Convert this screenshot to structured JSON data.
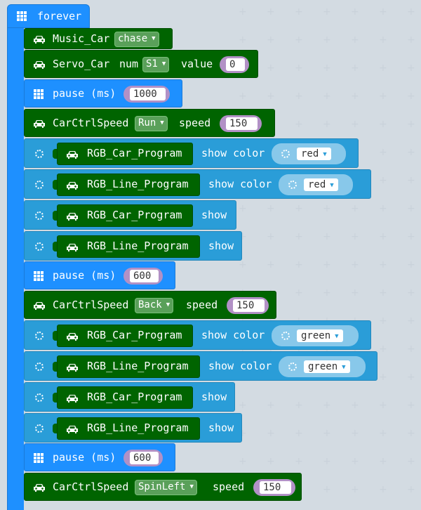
{
  "forever": {
    "label": "forever"
  },
  "blocks": [
    {
      "kind": "music",
      "label": "Music_Car",
      "dropdown": "chase"
    },
    {
      "kind": "servo",
      "label": "Servo_Car",
      "num_label": "num",
      "dropdown": "S1",
      "value_label": "value",
      "value": "0"
    },
    {
      "kind": "pause",
      "label": "pause (ms)",
      "value": "1000"
    },
    {
      "kind": "ctrl",
      "label": "CarCtrlSpeed",
      "dropdown": "Run",
      "speed_label": "speed",
      "value": "150"
    },
    {
      "kind": "rgb",
      "inner": "RGB_Car_Program",
      "action": "show color",
      "color": "red"
    },
    {
      "kind": "rgb",
      "inner": "RGB_Line_Program",
      "action": "show color",
      "color": "red"
    },
    {
      "kind": "rgbshow",
      "inner": "RGB_Car_Program",
      "action": "show"
    },
    {
      "kind": "rgbshow",
      "inner": "RGB_Line_Program",
      "action": "show"
    },
    {
      "kind": "pause",
      "label": "pause (ms)",
      "value": "600"
    },
    {
      "kind": "ctrl",
      "label": "CarCtrlSpeed",
      "dropdown": "Back",
      "speed_label": "speed",
      "value": "150"
    },
    {
      "kind": "rgb",
      "inner": "RGB_Car_Program",
      "action": "show color",
      "color": "green"
    },
    {
      "kind": "rgb",
      "inner": "RGB_Line_Program",
      "action": "show color",
      "color": "green"
    },
    {
      "kind": "rgbshow",
      "inner": "RGB_Car_Program",
      "action": "show"
    },
    {
      "kind": "rgbshow",
      "inner": "RGB_Line_Program",
      "action": "show"
    },
    {
      "kind": "pause",
      "label": "pause (ms)",
      "value": "600"
    },
    {
      "kind": "ctrl",
      "label": "CarCtrlSpeed",
      "dropdown": "SpinLeft",
      "speed_label": "speed",
      "value": "150"
    }
  ],
  "colors": {
    "forever": "#1e90ff",
    "car": "#006400",
    "rgb": "#2a9dd8",
    "number": "#b291c6"
  },
  "icons": {
    "car": "car-icon",
    "grid": "grid-icon",
    "spinner": "spinner-icon"
  }
}
